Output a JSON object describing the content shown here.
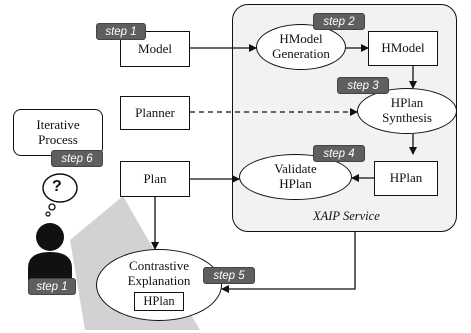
{
  "service": {
    "label": "XAIP Service"
  },
  "nodes": {
    "model": "Model",
    "planner": "Planner",
    "plan": "Plan",
    "hmodel": "HModel",
    "hplan": "HPlan",
    "hmodel_generation": [
      "HModel",
      "Generation"
    ],
    "hplan_synthesis": [
      "HPlan",
      "Synthesis"
    ],
    "validate_hplan": [
      "Validate",
      "HPlan"
    ],
    "contrastive_explanation": [
      "Contrastive",
      "Explanation"
    ],
    "explanation_inner": "HPlan",
    "iterative_process": [
      "Iterative",
      "Process"
    ]
  },
  "steps": {
    "model": "step 1",
    "generation": "step 2",
    "synthesis": "step 3",
    "validate": "step 4",
    "explanation": "step 5",
    "iterative": "step 6",
    "user": "step 1"
  },
  "user": {
    "thought_symbol": "?"
  }
}
